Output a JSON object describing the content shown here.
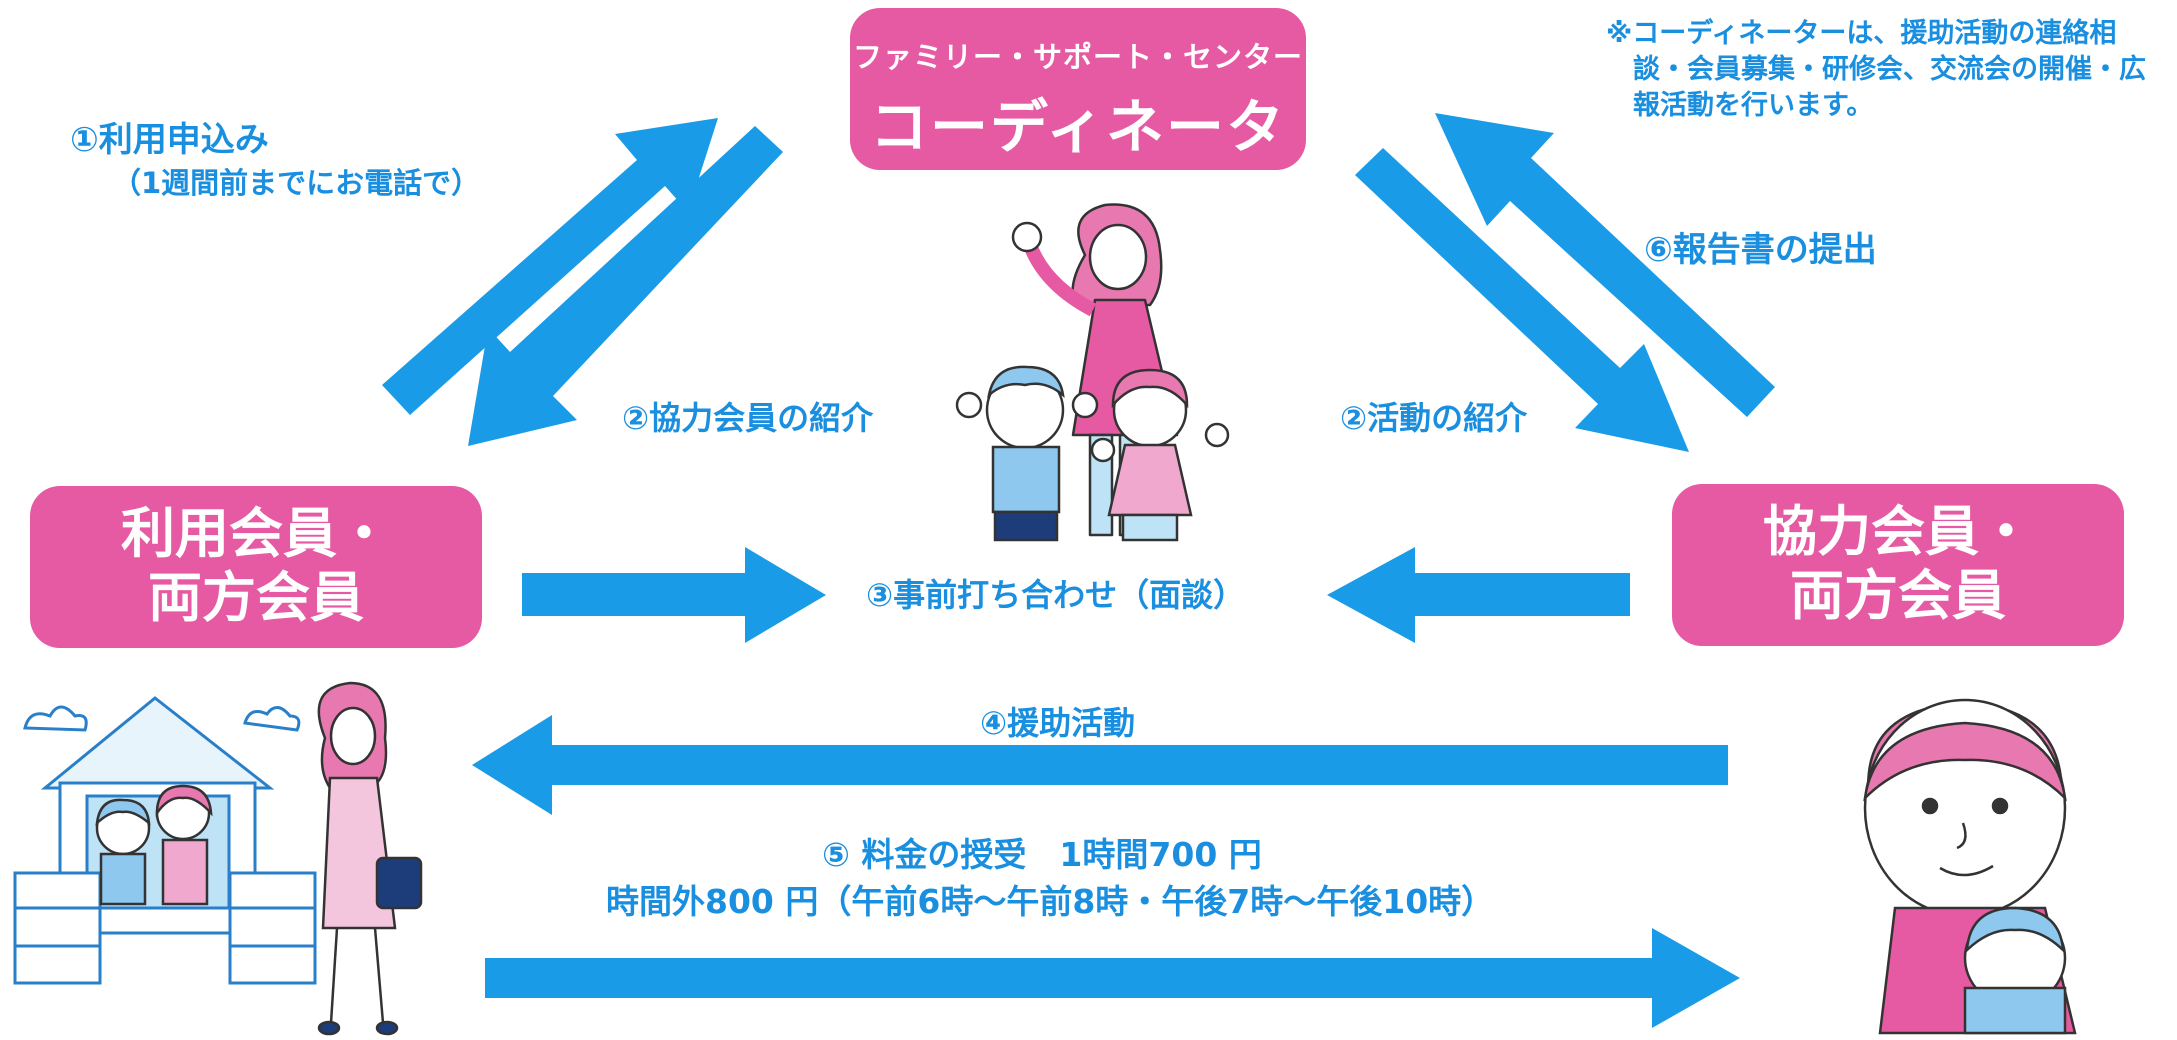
{
  "coordinator": {
    "subtitle": "ファミリー・サポート・センター",
    "title": "コーディネーター"
  },
  "note": {
    "line1": "※コーディネーターは、援助活動の連絡相",
    "line2": "談・会員募集・研修会、交流会の開催・広",
    "line3": "報活動を行います。"
  },
  "left_box": {
    "line1": "利用会員・",
    "line2": "両方会員"
  },
  "right_box": {
    "line1": "協力会員・",
    "line2": "両方会員"
  },
  "steps": {
    "s1": "①利用申込み",
    "s1_sub": "（1週間前までにお電話で）",
    "s2_left": "②協力会員の紹介",
    "s2_right": "②活動の紹介",
    "s3": "③事前打ち合わせ（面談）",
    "s4": "④援助活動",
    "s5_line1": "⑤ 料金の授受　1時間700 円",
    "s5_line2": "時間外800 円（午前6時～午前8時・午後7時～午後10時）",
    "s6": "⑥報告書の提出"
  },
  "colors": {
    "pink": "#e65aa3",
    "blue": "#1a9be8",
    "text_blue": "#1a8fe0"
  }
}
